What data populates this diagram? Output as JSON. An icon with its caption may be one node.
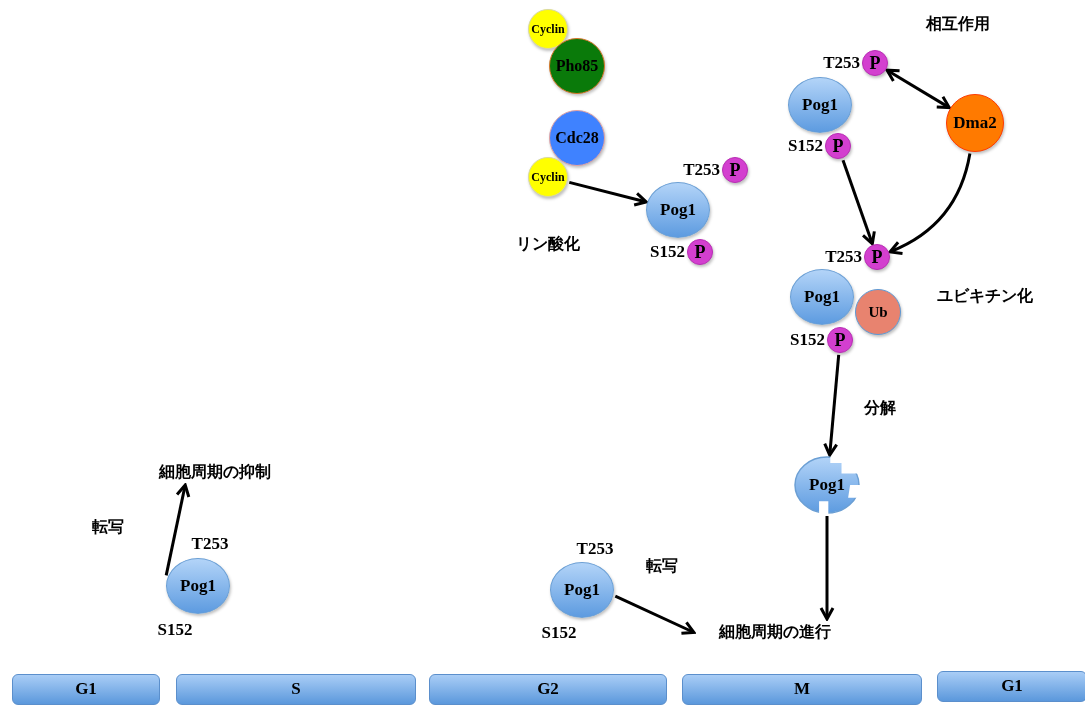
{
  "diagram": {
    "nodes": [
      {
        "text": [
          "Cyclin"
        ]
      },
      {
        "text": [
          "Pho85"
        ]
      },
      {
        "text": [
          "Cdc28"
        ]
      },
      {
        "text": [
          "Cyclin"
        ]
      },
      {
        "text": [
          "P"
        ],
        "beside": [
          "T253"
        ]
      },
      {
        "text": [
          "Pog1"
        ]
      },
      {
        "text": [
          "Dma2"
        ]
      },
      {
        "text": [
          "P"
        ],
        "beside": [
          "S152"
        ]
      },
      {
        "text": [
          "P"
        ],
        "beside": [
          "T253"
        ]
      },
      {
        "text": [
          "Pog1"
        ]
      },
      {
        "text": [
          "P"
        ],
        "beside": [
          "S152"
        ]
      },
      {
        "text": [
          "P"
        ],
        "beside": [
          "T253"
        ]
      },
      {
        "text": [
          "Pog1"
        ]
      },
      {
        "text": [
          "Ub"
        ]
      },
      {
        "text": [
          "P"
        ],
        "beside": [
          "S152"
        ]
      },
      {
        "text": [
          "Pog1"
        ]
      },
      {
        "text": [
          "細胞周期の抑制"
        ]
      },
      {
        "text": [
          "Pog1"
        ],
        "beside": [
          "T253",
          "S152"
        ]
      },
      {
        "text": [
          "Pog1"
        ],
        "beside": [
          "T253",
          "S152"
        ]
      },
      {
        "text": [
          "細胞周期の進行"
        ]
      },
      {
        "text": [
          "G1"
        ]
      },
      {
        "text": [
          "S"
        ]
      },
      {
        "text": [
          "G2"
        ]
      },
      {
        "text": [
          "M"
        ]
      },
      {
        "text": [
          "G1"
        ]
      }
    ],
    "edges": [
      {
        "from": 3,
        "to": 9,
        "arrow": "to",
        "label": "リン酸化"
      },
      {
        "from": 4,
        "to": 6,
        "arrow": "both",
        "label": "相互作用"
      },
      {
        "from": 7,
        "to": 11,
        "arrow": "to"
      },
      {
        "from": 6,
        "to": 11,
        "arrow": "to",
        "label": "ユビキチン化"
      },
      {
        "from": 14,
        "to": 15,
        "arrow": "to",
        "label": "分解"
      },
      {
        "from": 15,
        "to": 19,
        "arrow": "to"
      },
      {
        "from": 18,
        "to": 19,
        "arrow": "to",
        "label": "転写"
      },
      {
        "from": 17,
        "to": 16,
        "arrow": "to",
        "label": "転写"
      }
    ]
  }
}
